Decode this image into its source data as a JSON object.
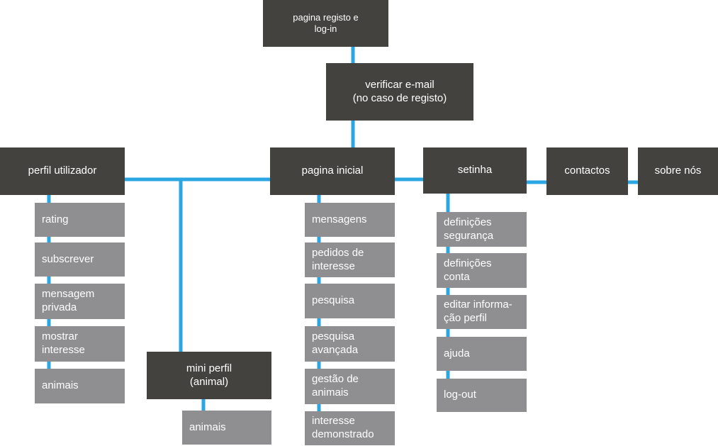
{
  "nodes": {
    "login": "pagina registo e\nlog-in",
    "verify": "verificar e-mail\n(no caso de registo)",
    "home": "pagina inicial",
    "profile": "perfil utilizador",
    "arrow": "setinha",
    "contacts": "contactos",
    "about": "sobre nós",
    "mini_profile": "mini perfil\n(animal)"
  },
  "profile_items": [
    "rating",
    "subscrever",
    "mensagem\nprivada",
    "mostrar\ninteresse",
    "animais"
  ],
  "mini_profile_items": [
    "animais"
  ],
  "home_items": [
    "mensagens",
    "pedidos de\ninteresse",
    "pesquisa",
    "pesquisa\navançada",
    "gestão de\nanimais",
    "interesse\ndemonstrado"
  ],
  "arrow_items": [
    "definições\nsegurança",
    "definições\nconta",
    "editar informa-\nção perfil",
    "ajuda",
    "log-out"
  ],
  "colors": {
    "dark_box": "#43423e",
    "gray_box": "#8f8f91",
    "connector": "#2aa6e2",
    "text": "#ffffff"
  }
}
